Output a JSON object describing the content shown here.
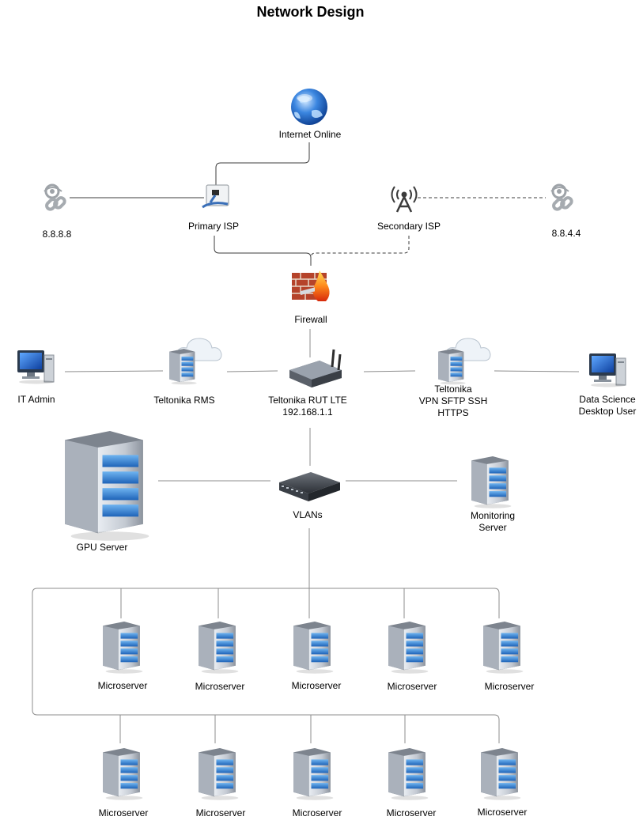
{
  "title": "Network Design",
  "nodes": {
    "internet": "Internet Online",
    "dns_primary": "8.8.8.8",
    "primary_isp": "Primary ISP",
    "secondary_isp": "Secondary ISP",
    "dns_secondary": "8.8.4.4",
    "firewall": "Firewall",
    "it_admin": "IT Admin",
    "rms": "Teltonika RMS",
    "router": [
      "Teltonika RUT LTE",
      "192.168.1.1"
    ],
    "vpn": [
      "Teltonika",
      "VPN SFTP SSH",
      "HTTPS"
    ],
    "ds_user": [
      "Data Science",
      "Desktop User"
    ],
    "gpu_server": "GPU Server",
    "switch": "VLANs",
    "monitoring": [
      "Monitoring",
      "Server"
    ],
    "microserver": "Microserver"
  },
  "links": {
    "primary_style": "solid",
    "secondary_style": "dashed"
  },
  "colors": {
    "line": "#3c3c3c",
    "server_blue": "#2e78c8",
    "server_grey": "#c9ced6",
    "globe": "#1f5fbf"
  }
}
